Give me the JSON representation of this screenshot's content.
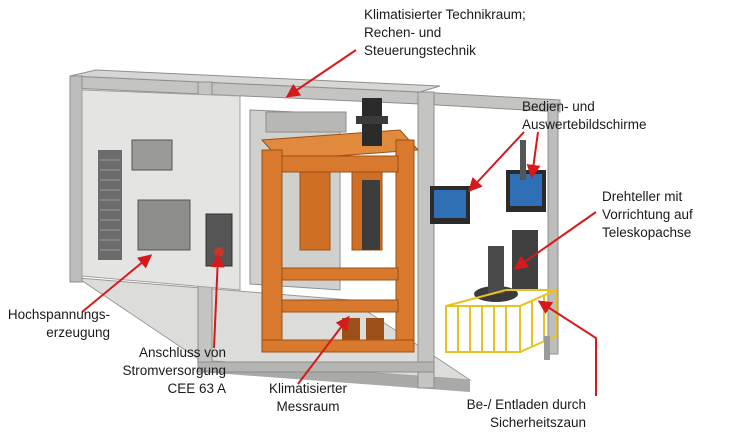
{
  "labels": {
    "technikraum": [
      "Klimatisierter Technikraum;",
      "Rechen- und",
      "Steuerungstechnik"
    ],
    "bildschirme": [
      "Bedien- und",
      "Auswertebildschirme"
    ],
    "drehteller": [
      "Drehteller mit",
      "Vorrichtung auf",
      "Teleskopachse"
    ],
    "hochspannung": [
      "Hochspannungs-",
      "erzeugung"
    ],
    "anschluss": [
      "Anschluss von",
      "Stromversorgung",
      "CEE 63 A"
    ],
    "messraum": [
      "Klimatisierter",
      "Messraum"
    ],
    "entladen": [
      "Be-/ Entladen durch",
      "Sicherheitszaun"
    ]
  },
  "colors": {
    "frame": "#c4c4c2",
    "frame_dark": "#8e8e8c",
    "orange": "#d9792e",
    "orange_dark": "#9c4f17",
    "arrow": "#d8191c",
    "fence": "#e8c21f",
    "screen": "#2f6fb5"
  }
}
